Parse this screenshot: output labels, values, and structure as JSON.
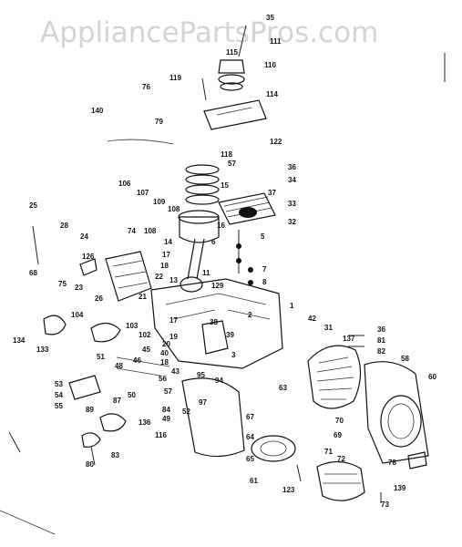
{
  "watermark": "AppliancePartsPros.com",
  "labels": [
    {
      "id": "35",
      "text": "35"
    },
    {
      "id": "111",
      "text": "111"
    },
    {
      "id": "115",
      "text": "115"
    },
    {
      "id": "110",
      "text": "110"
    },
    {
      "id": "119",
      "text": "119"
    },
    {
      "id": "76",
      "text": "76"
    },
    {
      "id": "114",
      "text": "114"
    },
    {
      "id": "140",
      "text": "140"
    },
    {
      "id": "79",
      "text": "79"
    },
    {
      "id": "122",
      "text": "122"
    },
    {
      "id": "118",
      "text": "118"
    },
    {
      "id": "57",
      "text": "57"
    },
    {
      "id": "36a",
      "text": "36"
    },
    {
      "id": "34",
      "text": "34"
    },
    {
      "id": "15",
      "text": "15"
    },
    {
      "id": "37",
      "text": "37"
    },
    {
      "id": "33",
      "text": "33"
    },
    {
      "id": "106",
      "text": "106"
    },
    {
      "id": "107",
      "text": "107"
    },
    {
      "id": "109",
      "text": "109"
    },
    {
      "id": "108a",
      "text": "108"
    },
    {
      "id": "16",
      "text": "16"
    },
    {
      "id": "32",
      "text": "32"
    },
    {
      "id": "25",
      "text": "25"
    },
    {
      "id": "74",
      "text": "74"
    },
    {
      "id": "108b",
      "text": "108"
    },
    {
      "id": "28",
      "text": "28"
    },
    {
      "id": "14",
      "text": "14"
    },
    {
      "id": "5",
      "text": "5"
    },
    {
      "id": "6",
      "text": "6"
    },
    {
      "id": "24",
      "text": "24"
    },
    {
      "id": "17a",
      "text": "17"
    },
    {
      "id": "126",
      "text": "126"
    },
    {
      "id": "18a",
      "text": "18"
    },
    {
      "id": "7",
      "text": "7"
    },
    {
      "id": "68",
      "text": "68"
    },
    {
      "id": "11",
      "text": "11"
    },
    {
      "id": "8",
      "text": "8"
    },
    {
      "id": "75",
      "text": "75"
    },
    {
      "id": "23",
      "text": "23"
    },
    {
      "id": "22",
      "text": "22"
    },
    {
      "id": "13",
      "text": "13"
    },
    {
      "id": "129",
      "text": "129"
    },
    {
      "id": "26",
      "text": "26"
    },
    {
      "id": "21",
      "text": "21"
    },
    {
      "id": "1",
      "text": "1"
    },
    {
      "id": "104",
      "text": "104"
    },
    {
      "id": "17b",
      "text": "17"
    },
    {
      "id": "2",
      "text": "2"
    },
    {
      "id": "42",
      "text": "42"
    },
    {
      "id": "134",
      "text": "134"
    },
    {
      "id": "103",
      "text": "103"
    },
    {
      "id": "38",
      "text": "38"
    },
    {
      "id": "19",
      "text": "19"
    },
    {
      "id": "39",
      "text": "39"
    },
    {
      "id": "31",
      "text": "31"
    },
    {
      "id": "36b",
      "text": "36"
    },
    {
      "id": "133",
      "text": "133"
    },
    {
      "id": "102",
      "text": "102"
    },
    {
      "id": "20",
      "text": "20"
    },
    {
      "id": "137",
      "text": "137"
    },
    {
      "id": "81",
      "text": "81"
    },
    {
      "id": "45",
      "text": "45"
    },
    {
      "id": "40",
      "text": "40"
    },
    {
      "id": "18b",
      "text": "18"
    },
    {
      "id": "3",
      "text": "3"
    },
    {
      "id": "82",
      "text": "82"
    },
    {
      "id": "51",
      "text": "51"
    },
    {
      "id": "46",
      "text": "46"
    },
    {
      "id": "58",
      "text": "58"
    },
    {
      "id": "48",
      "text": "48"
    },
    {
      "id": "43",
      "text": "43"
    },
    {
      "id": "60",
      "text": "60"
    },
    {
      "id": "95",
      "text": "95"
    },
    {
      "id": "56",
      "text": "56"
    },
    {
      "id": "53",
      "text": "53"
    },
    {
      "id": "94",
      "text": "94"
    },
    {
      "id": "63",
      "text": "63"
    },
    {
      "id": "54",
      "text": "54"
    },
    {
      "id": "50",
      "text": "50"
    },
    {
      "id": "57b",
      "text": "57"
    },
    {
      "id": "55",
      "text": "55"
    },
    {
      "id": "87a",
      "text": "87"
    },
    {
      "id": "97",
      "text": "97"
    },
    {
      "id": "84",
      "text": "84"
    },
    {
      "id": "52",
      "text": "52"
    },
    {
      "id": "49",
      "text": "49"
    },
    {
      "id": "67",
      "text": "67"
    },
    {
      "id": "70",
      "text": "70"
    },
    {
      "id": "89",
      "text": "89"
    },
    {
      "id": "136",
      "text": "136"
    },
    {
      "id": "69",
      "text": "69"
    },
    {
      "id": "116",
      "text": "116"
    },
    {
      "id": "64",
      "text": "64"
    },
    {
      "id": "83",
      "text": "83"
    },
    {
      "id": "71",
      "text": "71"
    },
    {
      "id": "72",
      "text": "72"
    },
    {
      "id": "78",
      "text": "78"
    },
    {
      "id": "65",
      "text": "65"
    },
    {
      "id": "80",
      "text": "80"
    },
    {
      "id": "61",
      "text": "61"
    },
    {
      "id": "123",
      "text": "123"
    },
    {
      "id": "139",
      "text": "139"
    },
    {
      "id": "73",
      "text": "73"
    }
  ]
}
